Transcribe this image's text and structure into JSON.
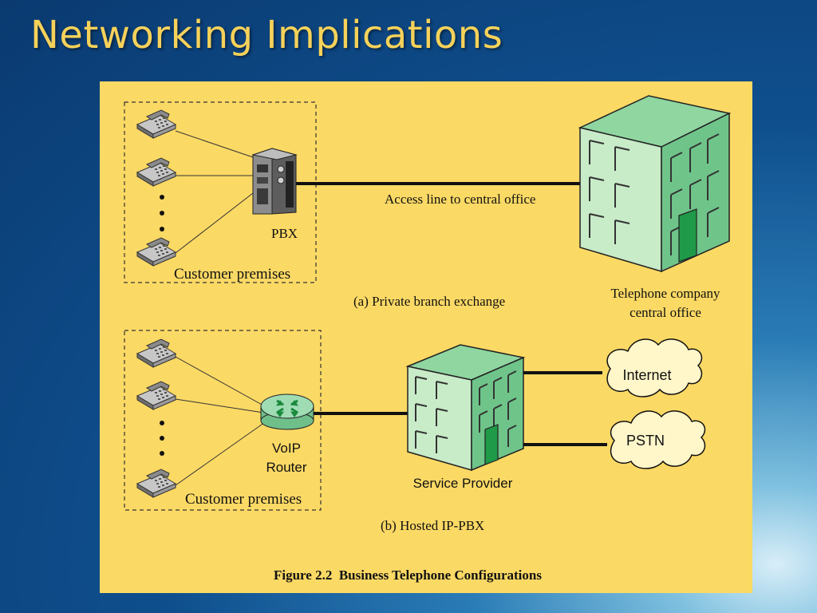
{
  "slide": {
    "title": "Networking Implications"
  },
  "figure": {
    "caption": "Figure 2.2  Business Telephone Configurations",
    "part_a": {
      "subtitle": "(a) Private branch exchange",
      "premises_label": "Customer premises",
      "pbx_label": "PBX",
      "access_line_label": "Access line to central office",
      "central_office_label_line1": "Telephone company",
      "central_office_label_line2": "central office"
    },
    "part_b": {
      "subtitle": "(b) Hosted IP-PBX",
      "premises_label": "Customer premises",
      "router_label_line1": "VoIP",
      "router_label_line2": "Router",
      "provider_label": "Service Provider",
      "internet_label": "Internet",
      "pstn_label": "PSTN"
    }
  },
  "colors": {
    "title": "#f6d25a",
    "panel": "#fbd965",
    "building_light": "#c8ebc8",
    "building_dark": "#6fc48a",
    "door": "#1f9a48",
    "router": "#8fd4a8",
    "cloud": "#fff6c9"
  }
}
